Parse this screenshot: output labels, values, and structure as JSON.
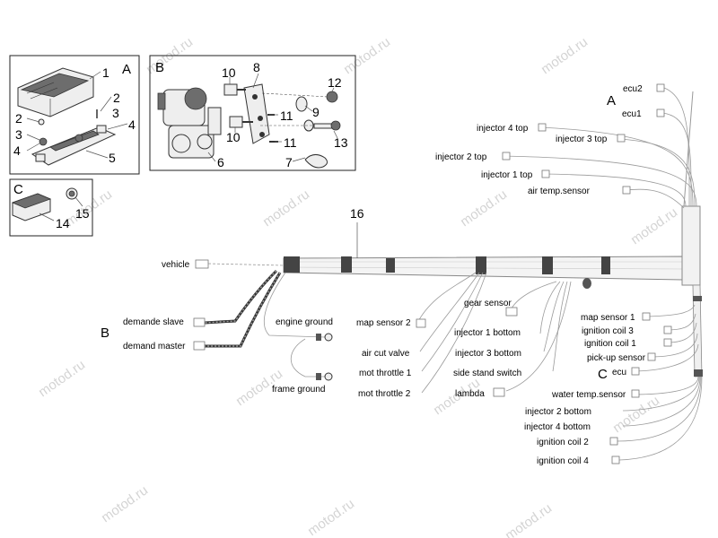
{
  "watermark": "motod.ru",
  "insets": {
    "A": {
      "letter": "A",
      "callouts": [
        "1",
        "2",
        "2",
        "3",
        "3",
        "4",
        "4",
        "5"
      ]
    },
    "B": {
      "letter": "B",
      "callouts": [
        "10",
        "8",
        "12",
        "9",
        "11",
        "11",
        "10",
        "13",
        "7",
        "6"
      ]
    },
    "C": {
      "letter": "C",
      "callouts": [
        "14",
        "15"
      ]
    }
  },
  "harness_callout": "16",
  "group_markers": {
    "A": "A",
    "B": "B",
    "C": "C"
  },
  "top_connectors": [
    "ecu2",
    "ecu1",
    "injector 4 top",
    "injector 3 top",
    "injector 2 top",
    "injector 1 top",
    "air temp.sensor"
  ],
  "left_labels": {
    "vehicle": "vehicle",
    "demande_slave": "demande slave",
    "demand_master": "demand master"
  },
  "ground_labels": {
    "engine": "engine ground",
    "frame": "frame ground"
  },
  "middle_labels": [
    "map sensor 2",
    "air cut valve",
    "mot throttle 1",
    "mot throttle 2"
  ],
  "lower_center_labels": [
    "gear sensor",
    "injector 1 bottom",
    "injector 3 bottom",
    "side stand switch",
    "lambda"
  ],
  "right_labels": [
    "map sensor 1",
    "ignition coil 3",
    "ignition coil 1",
    "pick-up sensor",
    "ecu"
  ],
  "bottom_labels": [
    "water temp.sensor",
    "injector 2 bottom",
    "injector 4 bottom",
    "ignition coil 2",
    "ignition coil 4"
  ]
}
